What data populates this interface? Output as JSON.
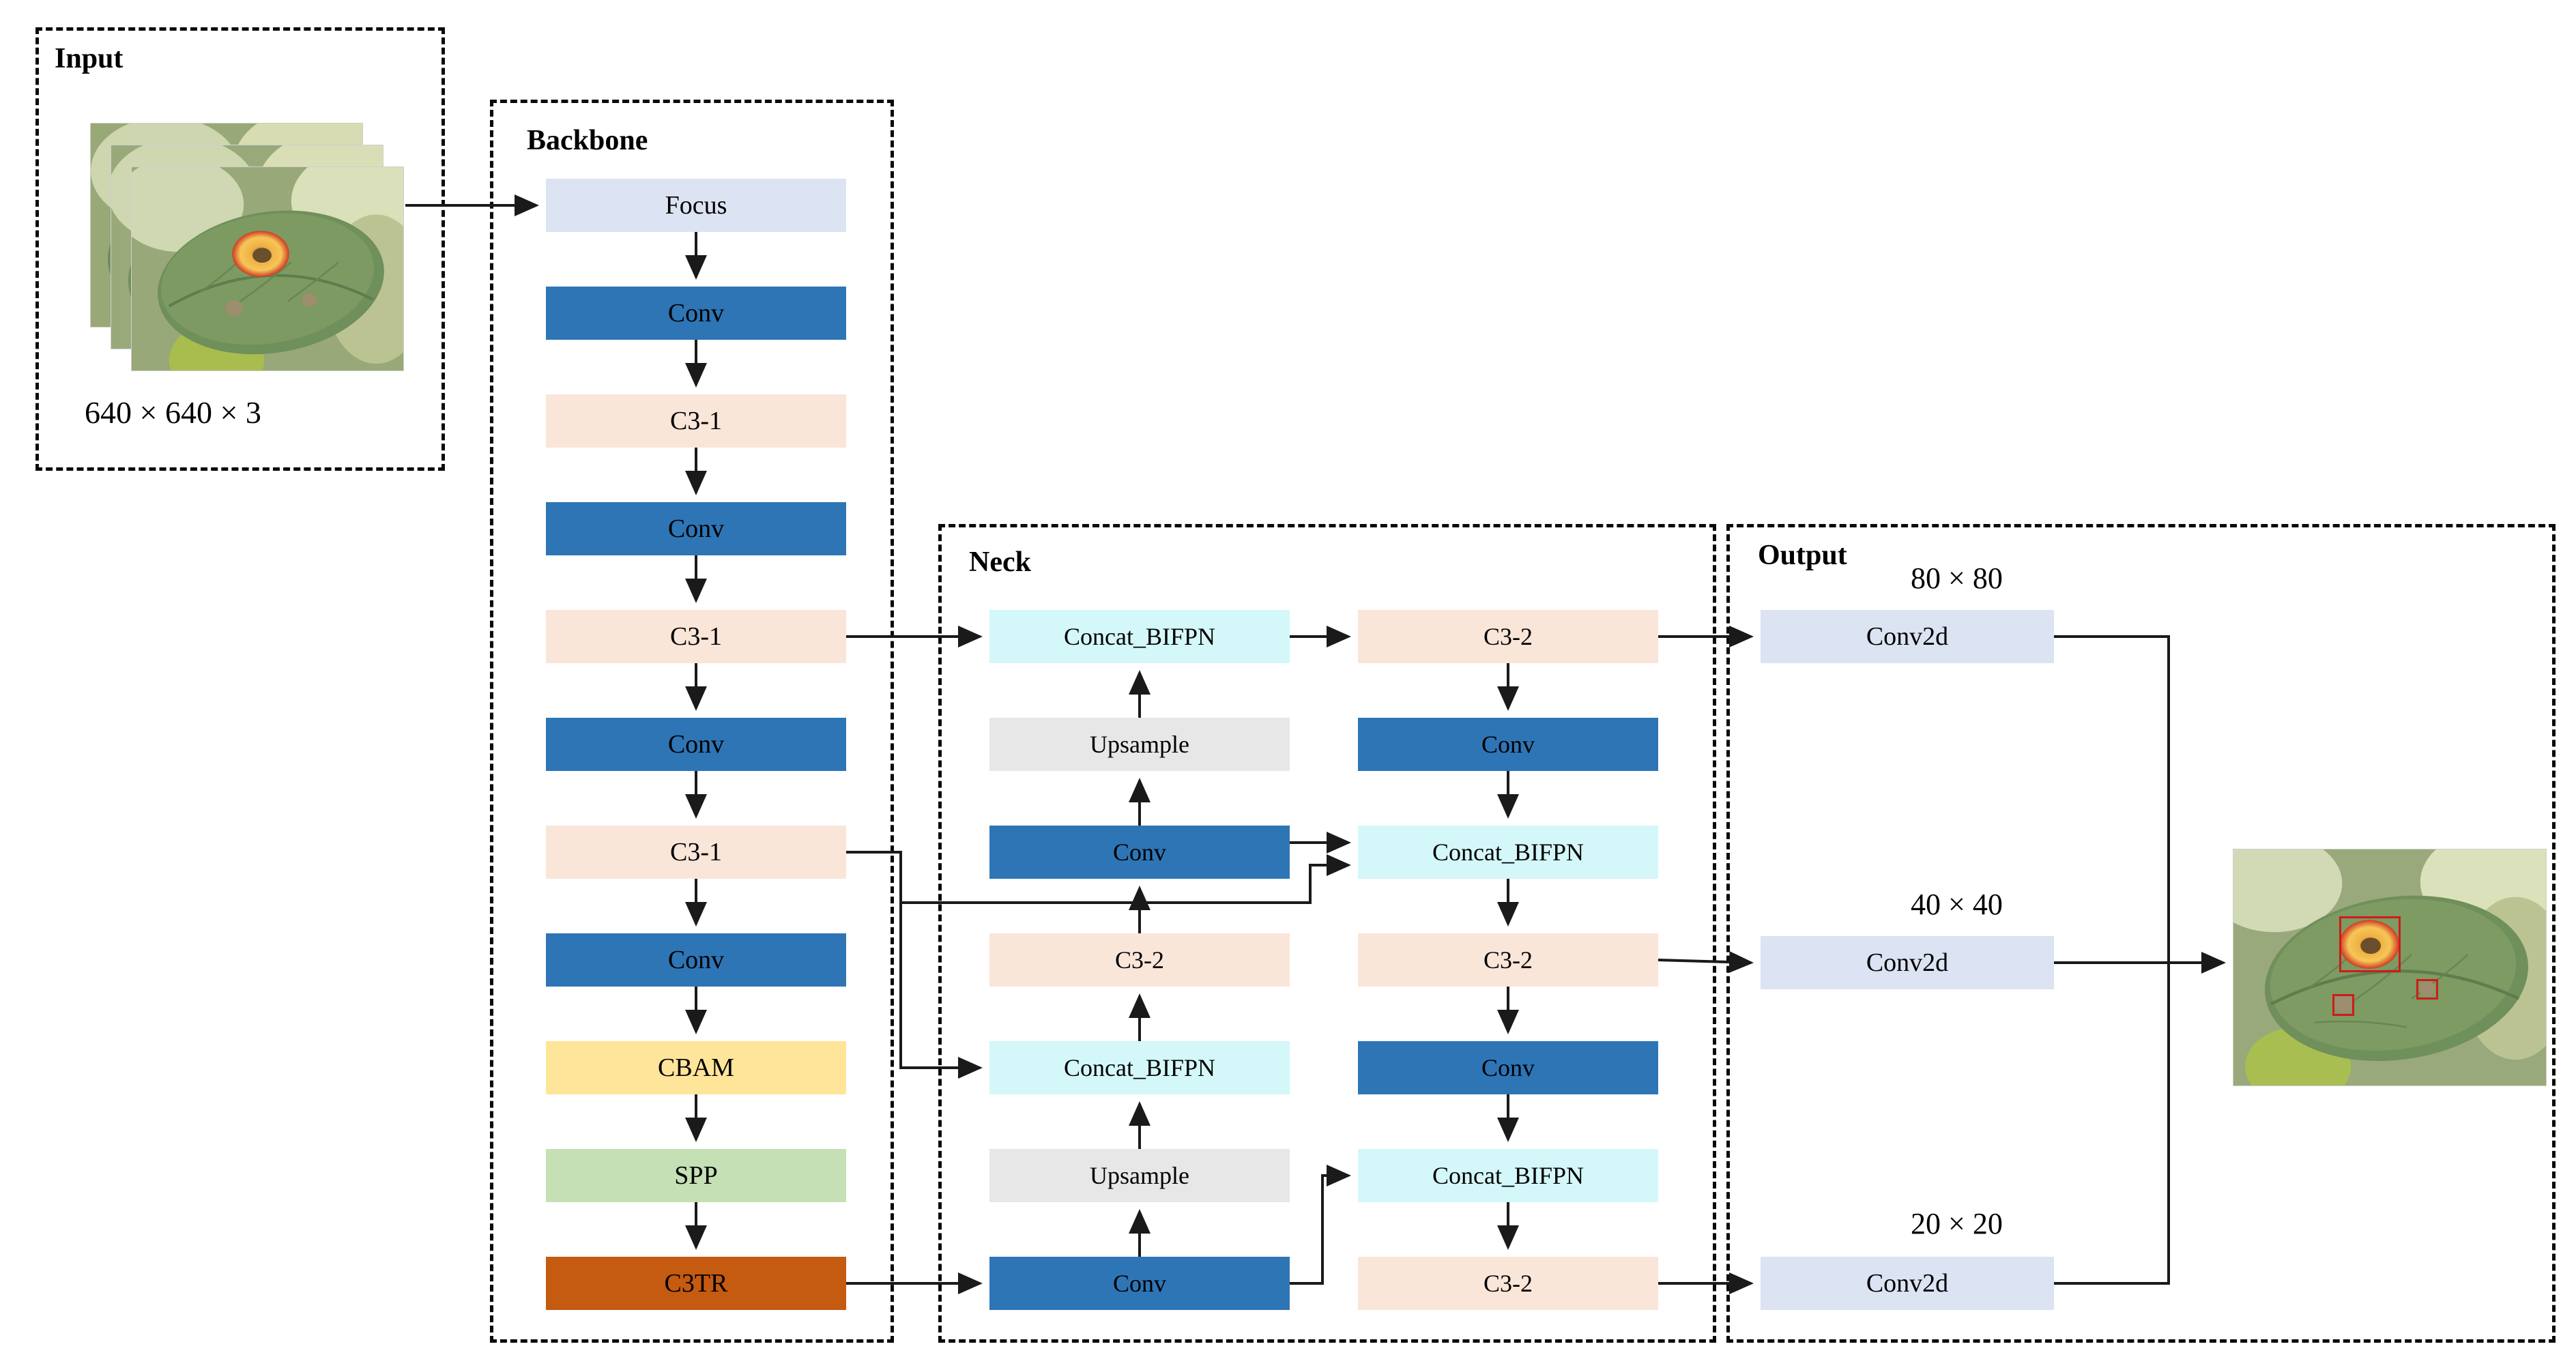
{
  "figure": {
    "colors": {
      "focus": "#dce3f2",
      "conv": "#2e75b6",
      "c3_1": "#fae5d9",
      "c3_2": "#fae5d9",
      "cbam": "#ffe599",
      "spp": "#c5e0b4",
      "c3tr": "#c55a11",
      "concat_bifpn": "#d4f7f9",
      "upsample": "#e7e7e7",
      "conv2d": "#dce3f2",
      "dashed_border": "#0a0a0a",
      "arrow": "#1a1a1a",
      "detection_box": "#d11a1a"
    }
  },
  "input": {
    "title": "Input",
    "size_label": "640 × 640  × 3",
    "image_count": 3
  },
  "backbone": {
    "title": "Backbone",
    "blocks": [
      {
        "label": "Focus",
        "style": "focus"
      },
      {
        "label": "Conv",
        "style": "conv"
      },
      {
        "label": "C3-1",
        "style": "c3_1"
      },
      {
        "label": "Conv",
        "style": "conv"
      },
      {
        "label": "C3-1",
        "style": "c3_1"
      },
      {
        "label": "Conv",
        "style": "conv"
      },
      {
        "label": "C3-1",
        "style": "c3_1"
      },
      {
        "label": "Conv",
        "style": "conv"
      },
      {
        "label": "CBAM",
        "style": "cbam"
      },
      {
        "label": "SPP",
        "style": "spp"
      },
      {
        "label": "C3TR",
        "style": "c3tr"
      }
    ]
  },
  "neck": {
    "title": "Neck",
    "left_column": [
      {
        "label": "Concat_BIFPN",
        "style": "concat_bifpn"
      },
      {
        "label": "Upsample",
        "style": "upsample"
      },
      {
        "label": "Conv",
        "style": "conv"
      },
      {
        "label": "C3-2",
        "style": "c3_2"
      },
      {
        "label": "Concat_BIFPN",
        "style": "concat_bifpn"
      },
      {
        "label": "Upsample",
        "style": "upsample"
      },
      {
        "label": "Conv",
        "style": "conv"
      }
    ],
    "right_column": [
      {
        "label": "C3-2",
        "style": "c3_2"
      },
      {
        "label": "Conv",
        "style": "conv"
      },
      {
        "label": "Concat_BIFPN",
        "style": "concat_bifpn"
      },
      {
        "label": "C3-2",
        "style": "c3_2"
      },
      {
        "label": "Conv",
        "style": "conv"
      },
      {
        "label": "Concat_BIFPN",
        "style": "concat_bifpn"
      },
      {
        "label": "C3-2",
        "style": "c3_2"
      }
    ]
  },
  "output": {
    "title": "Output",
    "heads": [
      {
        "scale": "80 × 80",
        "label": "Conv2d"
      },
      {
        "scale": "40 × 40",
        "label": "Conv2d"
      },
      {
        "scale": "20 × 20",
        "label": "Conv2d"
      }
    ],
    "detections": [
      {
        "id": "det-1"
      },
      {
        "id": "det-2"
      },
      {
        "id": "det-3"
      }
    ]
  }
}
